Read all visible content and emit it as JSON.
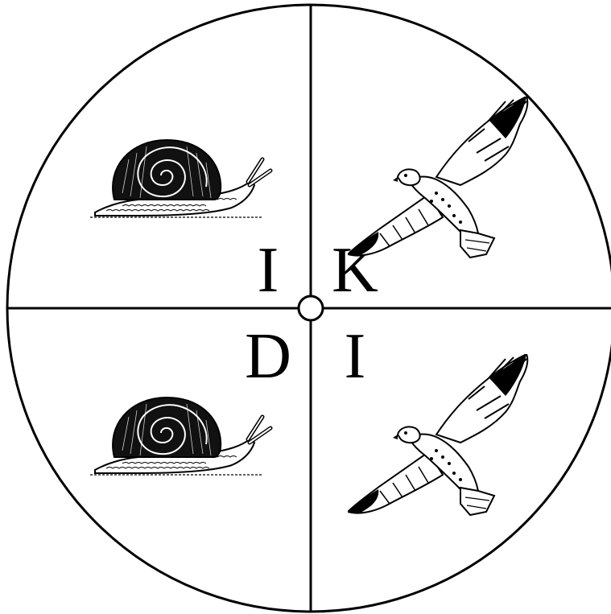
{
  "diagram": {
    "colors": {
      "stroke": "#000000",
      "background": "#ffffff"
    },
    "quadrants": [
      {
        "position": "top-left",
        "letter": "I",
        "animal": "snail",
        "icon": "snail-icon"
      },
      {
        "position": "top-right",
        "letter": "K",
        "animal": "hawk",
        "icon": "hawk-icon"
      },
      {
        "position": "bottom-left",
        "letter": "D",
        "animal": "snail",
        "icon": "snail-icon"
      },
      {
        "position": "bottom-right",
        "letter": "I",
        "animal": "hawk",
        "icon": "hawk-icon"
      }
    ]
  }
}
